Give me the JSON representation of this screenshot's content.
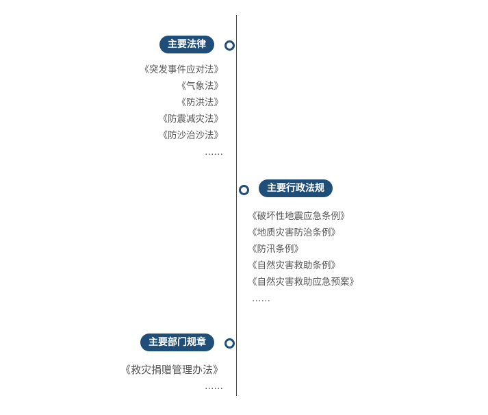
{
  "colors": {
    "accent": "#1f4e79",
    "text": "#555555",
    "pill_text": "#ffffff",
    "background": "#ffffff"
  },
  "sections": [
    {
      "title": "主要法律",
      "items": [
        "《突发事件应对法》",
        "《气象法》",
        "《防洪法》",
        "《防震减灾法》",
        "《防沙治沙法》",
        "……"
      ]
    },
    {
      "title": "主要行政法规",
      "items": [
        "《破坏性地震应急条例》",
        "《地质灾害防治条例》",
        "《防汛条例》",
        "《自然灾害救助条例》",
        "《自然灾害救助应急预案》",
        "……"
      ]
    },
    {
      "title": "主要部门规章",
      "items": [
        "《救灾捐赠管理办法》",
        "……"
      ]
    }
  ]
}
